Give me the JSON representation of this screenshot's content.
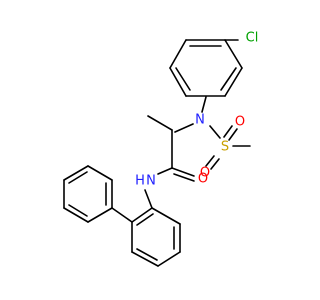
{
  "colors": {
    "background": "#ffffff",
    "bond": "#000000",
    "chlorine": "#00a000",
    "nitrogen": "#2020ff",
    "oxygen": "#ff0000",
    "sulfur": "#c8a000"
  },
  "atoms": {
    "cl": "Cl",
    "n_sulfonamide": "N",
    "s": "S",
    "o_s_upper": "O",
    "o_s_lower": "O",
    "o_carbonyl": "O",
    "n_amide": "N",
    "h_amide": "H"
  }
}
